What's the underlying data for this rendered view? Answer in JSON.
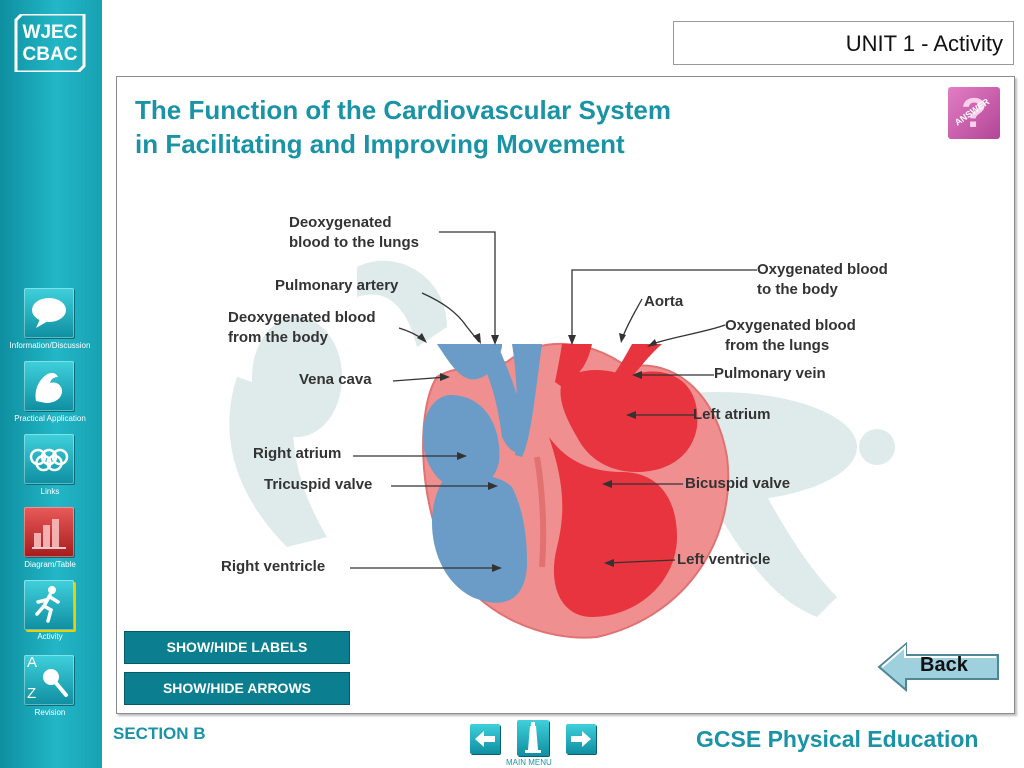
{
  "logo": {
    "line1": "WJEC",
    "line2": "CBAC"
  },
  "unit_label": "UNIT 1 - Activity",
  "title": {
    "line1": "The Function of the Cardiovascular System",
    "line2": "in Facilitating and Improving Movement"
  },
  "answer_button": "ANSWER",
  "sidebar": [
    {
      "label": "Information/Discussion",
      "icon": "speech-bubble-icon"
    },
    {
      "label": "Practical Application",
      "icon": "flexed-arm-icon"
    },
    {
      "label": "Links",
      "icon": "olympic-rings-icon"
    },
    {
      "label": "Diagram/Table",
      "icon": "bar-chart-icon"
    },
    {
      "label": "Activity",
      "icon": "runner-icon"
    },
    {
      "label": "Revision",
      "icon": "az-magnifier-icon",
      "letter_a": "A",
      "letter_z": "Z"
    }
  ],
  "diagram_labels": {
    "deoxy_lungs_1": "Deoxygenated",
    "deoxy_lungs_2": "blood to the lungs",
    "pulmonary_artery": "Pulmonary artery",
    "deoxy_body_1": "Deoxygenated blood",
    "deoxy_body_2": "from the body",
    "vena_cava": "Vena cava",
    "right_atrium": "Right atrium",
    "tricuspid_valve": "Tricuspid valve",
    "right_ventricle": "Right ventricle",
    "oxy_body_1": "Oxygenated blood",
    "oxy_body_2": "to the body",
    "aorta": "Aorta",
    "oxy_lungs_1": "Oxygenated blood",
    "oxy_lungs_2": "from the lungs",
    "pulmonary_vein": "Pulmonary vein",
    "left_atrium": "Left atrium",
    "bicuspid_valve": "Bicuspid valve",
    "left_ventricle": "Left ventricle"
  },
  "controls": {
    "show_hide_labels": "SHOW/HIDE LABELS",
    "show_hide_arrows": "SHOW/HIDE ARROWS"
  },
  "back_label": "Back",
  "footer": {
    "section": "SECTION B",
    "course": "GCSE Physical Education",
    "main_menu": "MAIN MENU"
  },
  "colors": {
    "accent": "#1a93a6",
    "oxygenated": "#e8343e",
    "deoxygenated": "#6a9cc7",
    "heart_wall": "#ef8f8f"
  }
}
